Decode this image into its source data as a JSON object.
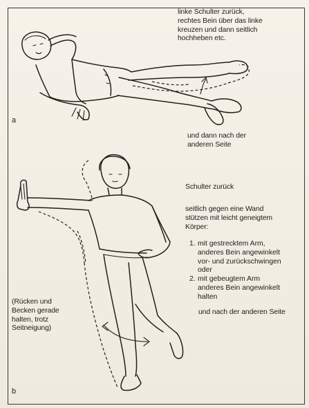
{
  "section_a": {
    "label": "a",
    "instruction_lines": [
      "linke Schulter zurück,",
      "rechtes Bein über das linke",
      "kreuzen und dann seitlich",
      "hochheben etc."
    ],
    "followup_lines": [
      "und dann nach der",
      "anderen Seite"
    ]
  },
  "section_b": {
    "label": "b",
    "heading": "Schulter zurück",
    "intro_lines": [
      "seitlich gegen eine Wand",
      "stützen mit leicht geneigtem",
      "Körper:"
    ],
    "options": [
      {
        "number": "1.",
        "text": "mit gestrecktem Arm,\nanderes Bein angewinkelt\nvor- und zurückschwingen\noder"
      },
      {
        "number": "2.",
        "text": "mit gebeugtem Arm\nanderes Bein angewinkelt\nhalten"
      }
    ],
    "side_note_lines": [
      "(Rücken und",
      "Becken gerade",
      "halten, trotz",
      "Seitneigung)"
    ],
    "closing": "und nach der anderen Seite"
  }
}
